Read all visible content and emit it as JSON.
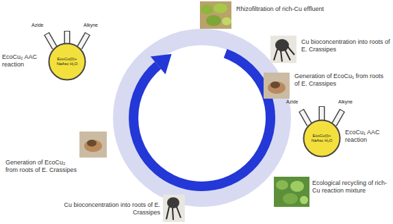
{
  "diagram": {
    "nodes": [
      {
        "text": [
          "EcoCu(0)+ NaAsc H₂O"
        ]
      },
      {
        "text": [
          "EcoCu(I)+ NaAsc H₂O"
        ]
      }
    ],
    "labels": [
      "Rhizofiltration of rich-Cu effluent",
      "EcoCu₂ AAC reaction",
      "Azide",
      "Alkyne",
      "Cu bioconcentration into roots of E. Crassipes",
      "Generation of EcoCu₁ from roots of E. Crassipes",
      "Azide",
      "Alkyne",
      "EcoCu₁ AAC reaction",
      "Generation of EcoCu₂ from roots of E. Crassipes",
      "Ecological recycling of rich-Cu reaction mixture",
      "Cu bioconcentration into roots of E. Crassipes"
    ]
  }
}
